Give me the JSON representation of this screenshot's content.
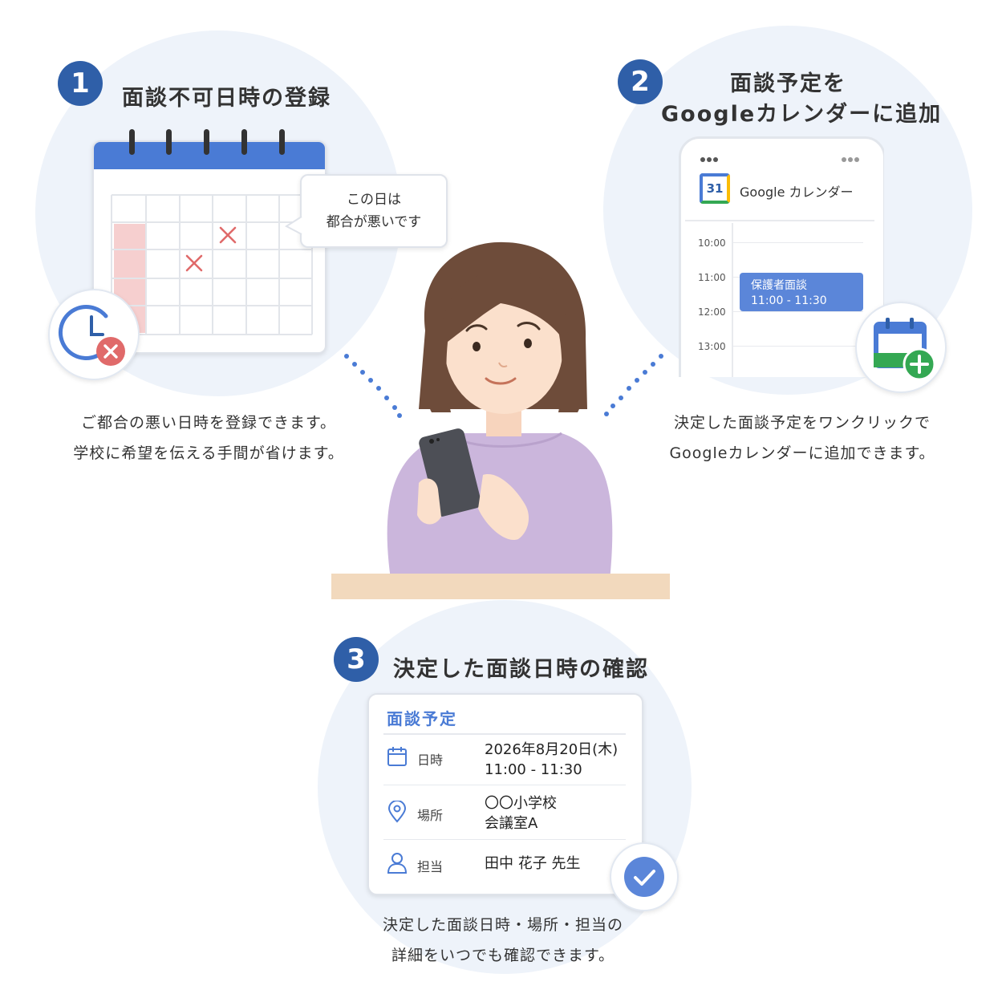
{
  "step1": {
    "number": "1",
    "title": "面談不可日時の登録",
    "tooltip_line1": "この日は",
    "tooltip_line2": "都合が悪いです",
    "desc_line1": "ご都合の悪い日時を登録できます。",
    "desc_line2": "学校に希望を伝える手間が省けます。"
  },
  "step2": {
    "number": "2",
    "title_line1": "面談予定を",
    "title_line2": "Googleカレンダーに追加",
    "app_icon_label": "31",
    "app_title": "Google カレンダー",
    "times": [
      "10:00",
      "11:00",
      "12:00",
      "13:00"
    ],
    "event_title": "保護者面談",
    "event_time": "11:00 - 11:30",
    "desc_line1": "決定した面談予定をワンクリックで",
    "desc_line2": "Googleカレンダーに追加できます。"
  },
  "step3": {
    "number": "3",
    "title": "決定した面談日時の確認",
    "card_title": "面談予定",
    "rows": [
      {
        "label": "日時",
        "value_line1": "2026年8月20日(木)",
        "value_line2": "11:00 - 11:30"
      },
      {
        "label": "場所",
        "value_line1": "〇〇小学校",
        "value_line2": "会議室A"
      },
      {
        "label": "担当",
        "value_line1": "田中 花子 先生",
        "value_line2": ""
      }
    ],
    "desc_line1": "決定した面談日時・場所・担当の",
    "desc_line2": "詳細をいつでも確認できます。"
  },
  "colors": {
    "accent": "#2f5fa8",
    "google_blue": "#4a7bd5",
    "event_blue": "#5b86d9",
    "blocked_pink": "#f6cfcf",
    "cross_red": "#e06a6a",
    "bubble_bg": "#eef3fa",
    "desk": "#f2d9bd",
    "sweater": "#cbb6dc"
  }
}
